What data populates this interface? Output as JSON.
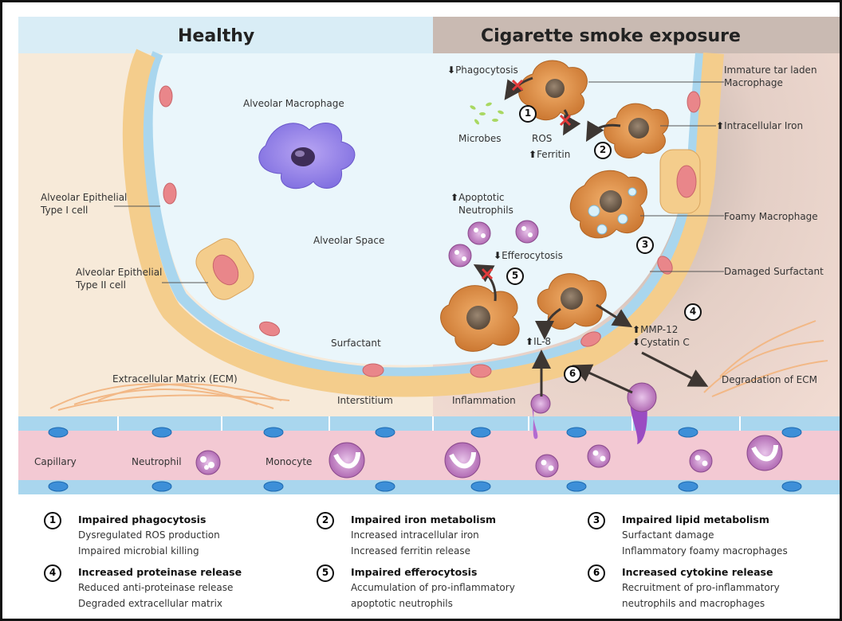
{
  "headers": {
    "healthy": "Healthy",
    "smoke": "Cigarette smoke exposure"
  },
  "healthy_labels": {
    "alveolar_macrophage": "Alveolar Macrophage",
    "type1_line1": "Alveolar Epithelial",
    "type1_line2": "Type I cell",
    "alveolar_space": "Alveolar Space",
    "type2_line1": "Alveolar Epithelial",
    "type2_line2": "Type II cell",
    "surfactant": "Surfactant",
    "ecm": "Extracellular Matrix (ECM)",
    "interstitium": "Interstitium",
    "capillary": "Capillary",
    "neutrophil": "Neutrophil",
    "monocyte": "Monocyte"
  },
  "smoke_labels": {
    "phagocytosis": "Phagocytosis",
    "immature_line1": "Immature tar laden",
    "immature_line2": "Macrophage",
    "microbes": "Microbes",
    "ros": "ROS",
    "intracellular_iron": "Intracellular Iron",
    "ferritin": "Ferritin",
    "apoptotic_line1": "Apoptotic",
    "apoptotic_line2": "Neutrophils",
    "foamy": "Foamy Macrophage",
    "efferocytosis": "Efferocytosis",
    "damaged_surfactant": "Damaged Surfactant",
    "mmp12": "MMP-12",
    "cystatin": "Cystatin C",
    "il8": "IL-8",
    "degradation": "Degradation of ECM",
    "inflammation": "Inflammation"
  },
  "arrows": {
    "up": "⬆",
    "down": "⬇"
  },
  "markers": [
    "1",
    "2",
    "3",
    "4",
    "5",
    "6"
  ],
  "legend": [
    {
      "num": "1",
      "title": "Impaired phagocytosis",
      "lines": [
        "Dysregulated ROS production",
        "Impaired microbial killing"
      ]
    },
    {
      "num": "2",
      "title": "Impaired iron metabolism",
      "lines": [
        "Increased intracellular iron",
        "Increased ferritin release"
      ]
    },
    {
      "num": "3",
      "title": "Impaired lipid metabolism",
      "lines": [
        "Surfactant damage",
        "Inflammatory foamy macrophages"
      ]
    },
    {
      "num": "4",
      "title": "Increased proteinase release",
      "lines": [
        "Reduced anti-proteinase release",
        "Degraded extracellular matrix"
      ]
    },
    {
      "num": "5",
      "title": "Impaired efferocytosis",
      "lines": [
        "Accumulation of pro-inflammatory",
        "apoptotic neutrophils"
      ]
    },
    {
      "num": "6",
      "title": "Increased cytokine release",
      "lines": [
        "Recruitment of pro-inflammatory",
        "neutrophils and macrophages"
      ]
    }
  ],
  "colors": {
    "healthy_bg": "#f7ead9",
    "healthy_header": "#d9edf6",
    "smoke_bg": "#f0dcd2",
    "smoke_header": "#c9bab2",
    "alveolar_space": "#eaf6fb",
    "epithelium": "#f4cd8c",
    "nucleus": "#e9868a",
    "capillary": "#f3c9d3",
    "endothelium": "#a9d6ee",
    "macrophage": "#e99a55",
    "neutrophil": "#c77cc6"
  }
}
